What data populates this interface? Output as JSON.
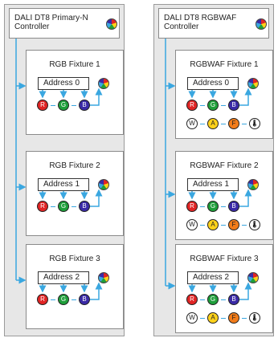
{
  "left": {
    "controller_title": "DALI DT8 Primary-N Controller",
    "fixtures": [
      {
        "name": "RGB Fixture 1",
        "address": "Address 0"
      },
      {
        "name": "RGB Fixture 2",
        "address": "Address 1"
      },
      {
        "name": "RGB Fixture 3",
        "address": "Address 2"
      }
    ],
    "channels": [
      "R",
      "G",
      "B"
    ]
  },
  "right": {
    "controller_title": "DALI DT8 RGBWAF Controller",
    "fixtures": [
      {
        "name": "RGBWAF Fixture 1",
        "address": "Address 0"
      },
      {
        "name": "RGBWAF Fixture 2",
        "address": "Address 1"
      },
      {
        "name": "RGBWAF Fixture 3",
        "address": "Address 2"
      }
    ],
    "channels": [
      "R",
      "G",
      "B"
    ],
    "extra_channels": [
      "W",
      "A",
      "F"
    ],
    "temp_symbol": "🌡"
  },
  "colors": {
    "arrow": "#3aa7e0",
    "red": "#e02424",
    "green": "#1e9e3a",
    "blue": "#3a2aa6",
    "amber": "#ffd21a",
    "free": "#f27c1a",
    "panel": "#e7e7e7"
  },
  "icons": {
    "controller": "color-wheel-icon",
    "temperature": "thermometer-icon"
  }
}
